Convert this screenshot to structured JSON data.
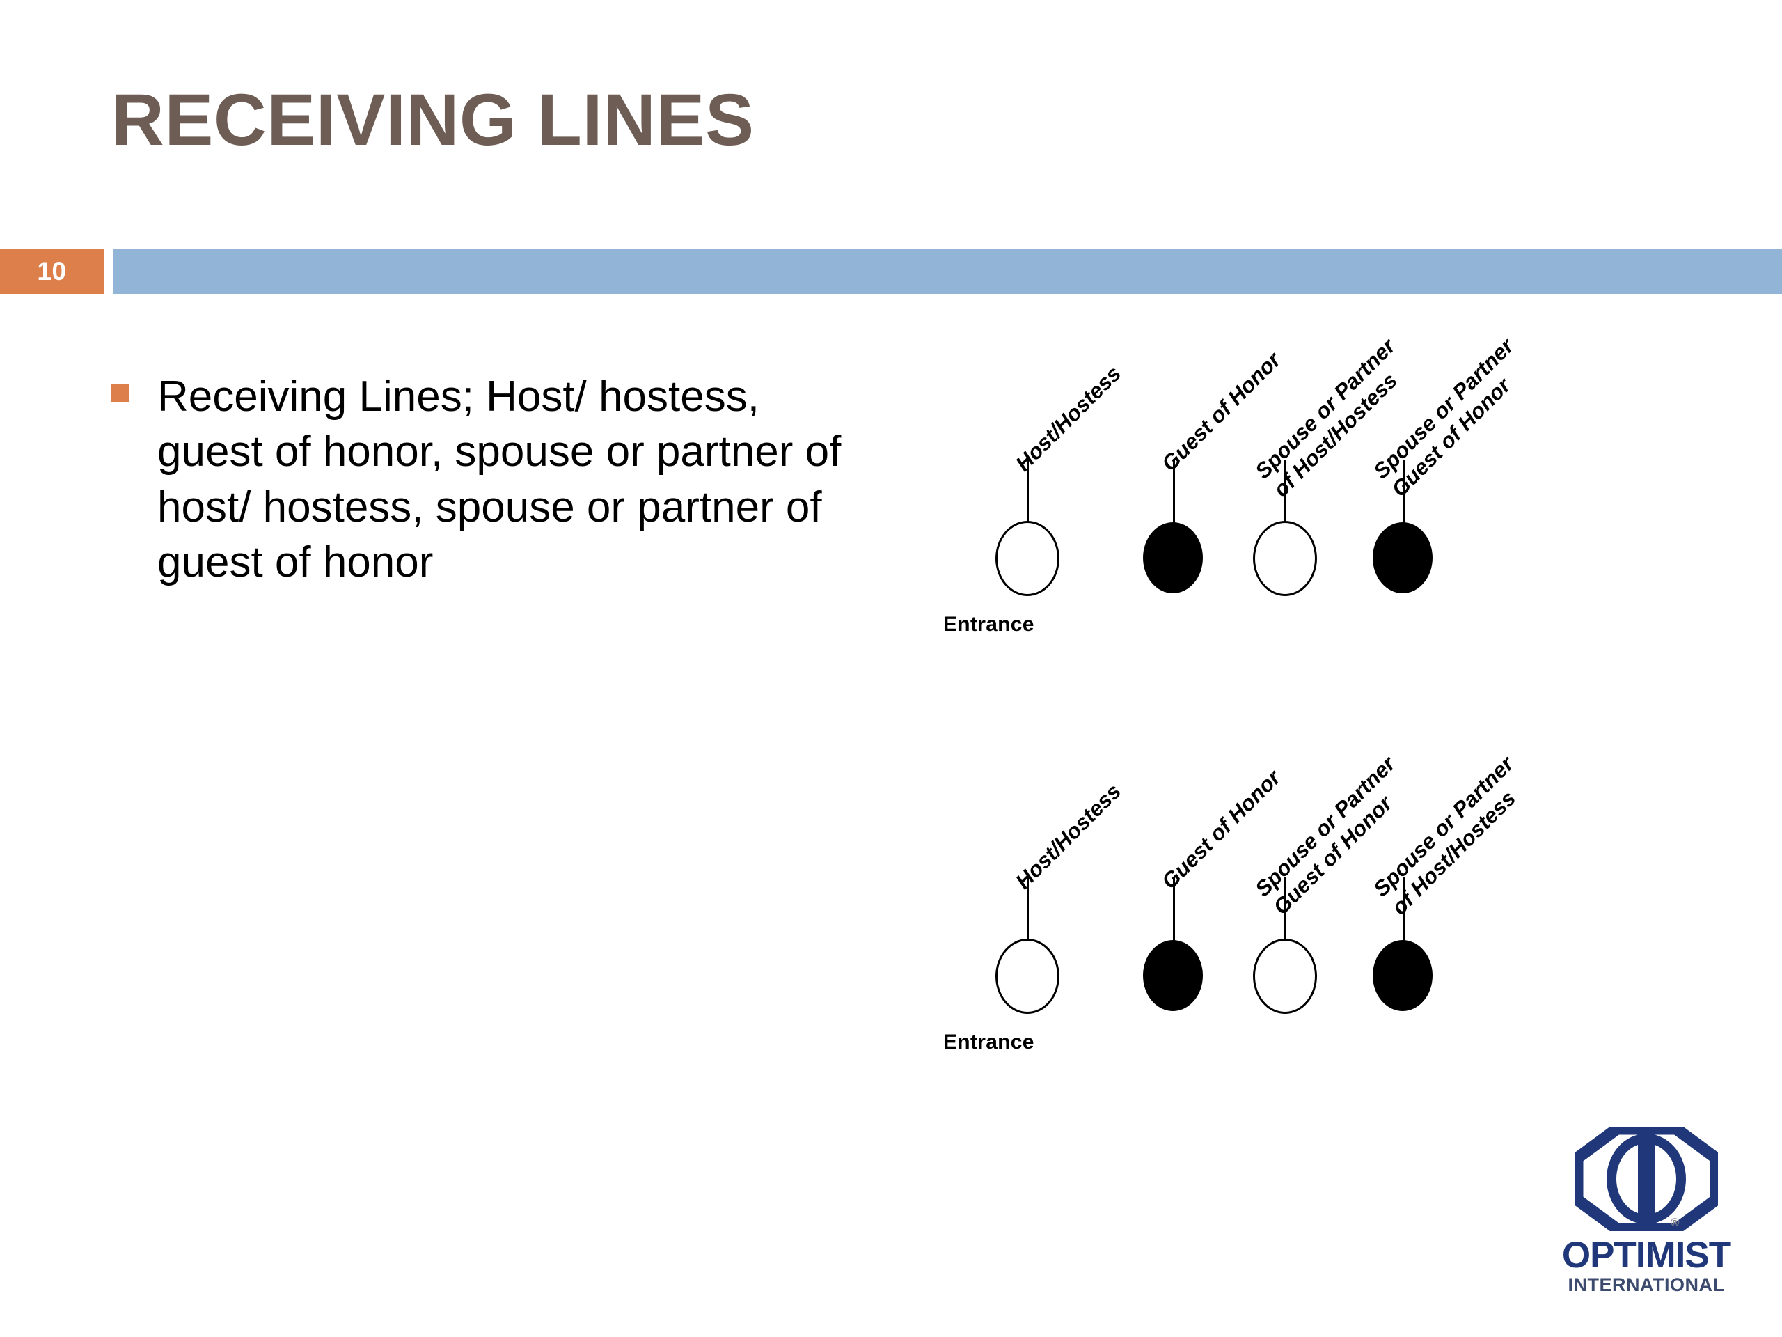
{
  "slide": {
    "title": "RECEIVING LINES",
    "page_number": "10",
    "accent_orange": "#dc7f4a",
    "band_blue": "#92b4d6",
    "title_color": "#6d5d54",
    "logo_blue": "#20387a"
  },
  "body": {
    "bullet_text": "Receiving Lines; Host/ hostess, guest of honor, spouse or partner of host/ hostess, spouse or partner of guest of honor"
  },
  "diagrams": [
    {
      "id": "diagram-1",
      "entrance_label": "Entrance",
      "nodes": [
        {
          "fill": "hollow",
          "label_lines": [
            "Host/Hostess"
          ]
        },
        {
          "fill": "filled",
          "label_lines": [
            "Guest of Honor"
          ]
        },
        {
          "fill": "hollow",
          "label_lines": [
            "Spouse or Partner",
            "of Host/Hostess"
          ]
        },
        {
          "fill": "filled",
          "label_lines": [
            "Spouse or Partner",
            "Guest of Honor"
          ]
        }
      ]
    },
    {
      "id": "diagram-2",
      "entrance_label": "Entrance",
      "nodes": [
        {
          "fill": "hollow",
          "label_lines": [
            "Host/Hostess"
          ]
        },
        {
          "fill": "filled",
          "label_lines": [
            "Guest of Honor"
          ]
        },
        {
          "fill": "hollow",
          "label_lines": [
            "Spouse or Partner",
            "Guest of Honor"
          ]
        },
        {
          "fill": "filled",
          "label_lines": [
            "Spouse or Partner",
            "of Host/Hostess"
          ]
        }
      ]
    }
  ],
  "logo": {
    "wordmark": "OPTIMIST",
    "subtext": "INTERNATIONAL",
    "registered_mark": "®"
  }
}
